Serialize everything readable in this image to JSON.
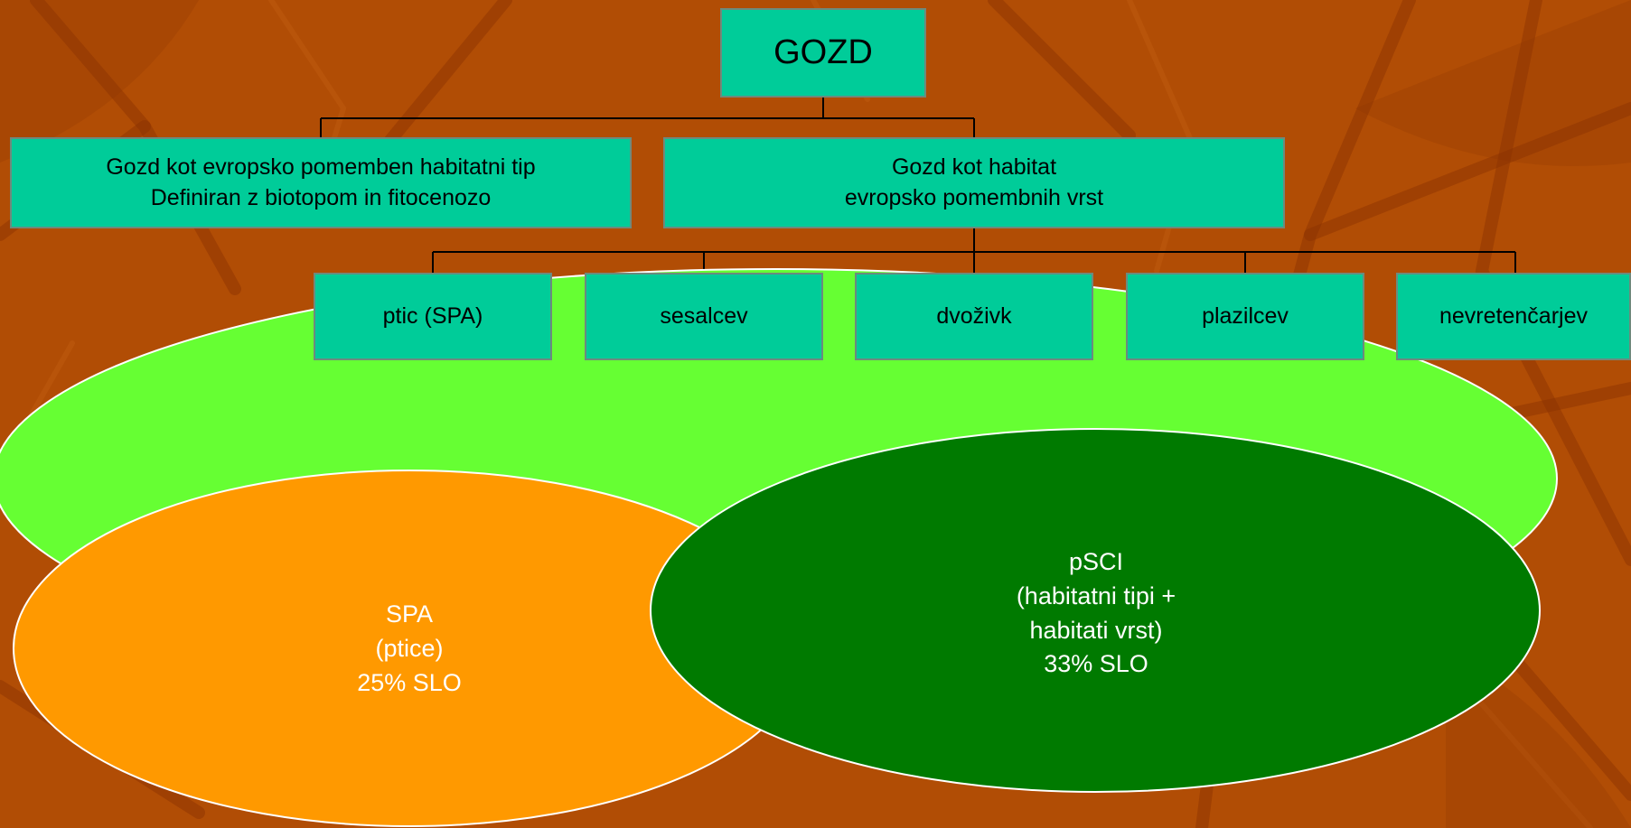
{
  "colors": {
    "background": "#b14d05",
    "box_fill": "#00cc99",
    "box_border": "#6e8a7d",
    "connector": "#000000",
    "big_ellipse": "#66ff33",
    "spa_ellipse": "#ff9900",
    "psci_ellipse": "#007a00",
    "ellipse_stroke": "#ffffff",
    "ellipse_text": "#ffffff"
  },
  "root": {
    "label": "GOZD"
  },
  "level1": [
    {
      "line1": "Gozd kot evropsko pomemben habitatni tip",
      "line2": "Definiran z biotopom in fitocenozo"
    },
    {
      "line1": "Gozd kot habitat",
      "line2": "evropsko pomembnih vrst"
    }
  ],
  "level2": [
    {
      "label": "ptic (SPA)"
    },
    {
      "label": "sesalcev"
    },
    {
      "label": "dvoživk"
    },
    {
      "label": "plazilcev"
    },
    {
      "label": "nevretenčarjev"
    }
  ],
  "spa": {
    "line1": "SPA",
    "line2": "(ptice)",
    "line3": "25% SLO"
  },
  "psci": {
    "line1": "pSCI",
    "line2": "(habitatni tipi +",
    "line3": "habitati vrst)",
    "line4": "33% SLO"
  }
}
